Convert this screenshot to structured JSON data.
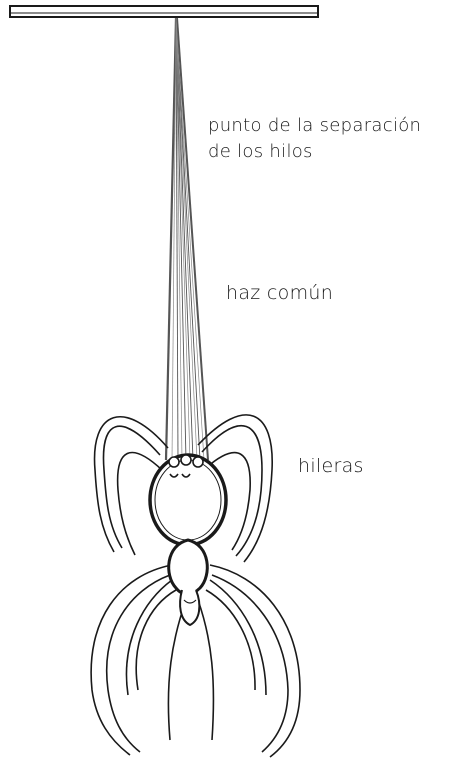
{
  "diagram": {
    "labels": {
      "split_point_line1": "punto de la separación",
      "split_point_line2": "de los hilos",
      "common_bundle": "haz común",
      "spinnerets": "hileras"
    },
    "colors": {
      "ink": "#1a1a1a",
      "thread": "#6a6a6a",
      "background": "#ffffff"
    }
  }
}
